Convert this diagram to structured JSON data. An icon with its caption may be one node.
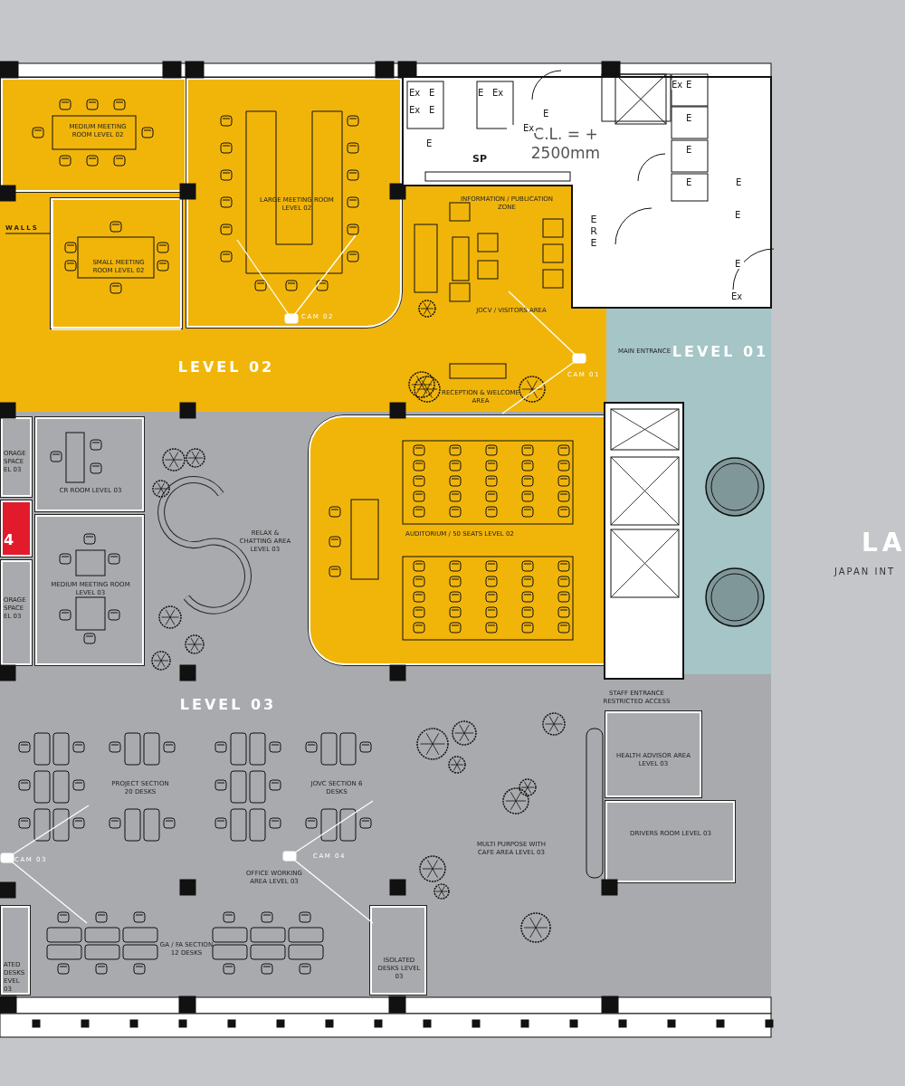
{
  "diagram": {
    "nodes": [
      {
        "text": [
          "LEVEL 02"
        ]
      },
      {
        "text": [
          "MEDIUM MEETING ROOM LEVEL 02"
        ],
        "in": 0
      },
      {
        "text": [
          "SMALL MEETING ROOM LEVEL 02"
        ],
        "in": 0
      },
      {
        "text": [
          "LARGE MEETING ROOM LEVEL 02"
        ],
        "in": 0
      },
      {
        "text": [
          "LEVEL 01"
        ]
      },
      {
        "text": [
          "LEVEL 03"
        ]
      },
      {
        "text": [
          "ORAGE SPACE EL 03"
        ],
        "in": 5
      },
      {
        "text": [
          "4"
        ],
        "in": 5
      },
      {
        "text": [
          "ORAGE SPACE EL 03"
        ],
        "in": 5
      },
      {
        "text": [
          "CR ROOM LEVEL 03"
        ],
        "in": 5
      },
      {
        "text": [
          "MEDIUM MEETING ROOM LEVEL 03"
        ],
        "in": 5
      },
      {
        "text": [
          "AUDITORIUM / 50 SEATS LEVEL 02"
        ],
        "in": 5
      },
      {
        "text": [
          "HEALTH ADVISOR AREA LEVEL 03"
        ],
        "in": 5
      },
      {
        "text": [
          "DRIVERS ROOM LEVEL 03"
        ],
        "in": 5
      },
      {
        "text": [
          "ATED DESKS EVEL 03"
        ],
        "in": 5
      },
      {
        "text": [
          "ISOLATED DESKS LEVEL 03"
        ],
        "in": 5
      },
      {
        "text": [
          "WALLS"
        ],
        "in": 0
      }
    ],
    "edges": [
      {
        "from": 16,
        "to": 2,
        "arrow": "none"
      }
    ],
    "labels": [
      "INFORMATION / PUBLICATION ZONE",
      "JOCV / VISITORS AREA",
      "RECEPTION & WELCOME AREA",
      "CAM 02",
      "CAM 01",
      "MAIN ENTRANCE",
      "SP",
      "C.L. = + 2500mm",
      "E R E",
      "Ex",
      "E",
      "E",
      "Ex",
      "Ex",
      "E",
      "E",
      "E",
      "Ex",
      "Ex",
      "E",
      "E",
      "E",
      "E",
      "E",
      "E",
      "E",
      "Ex",
      "RELAX & CHATTING AREA LEVEL 03",
      "STAFF ENTRANCE RESTRICTED ACCESS",
      "PROJECT SECTION 20 DESKS",
      "JOVC SECTION 6 DESKS",
      "CAM 03",
      "CAM 04",
      "OFFICE WORKING AREA LEVEL 03",
      "GA / FA SECTION 12 DESKS",
      "MULTI PURPOSE WITH CAFE AREA LEVEL 03",
      "LA",
      "JAPAN INT"
    ]
  }
}
